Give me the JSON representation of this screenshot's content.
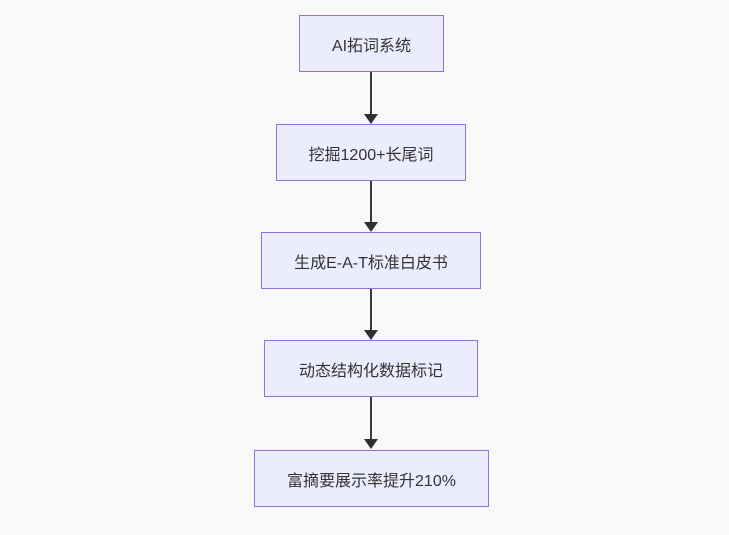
{
  "flowchart": {
    "type": "vertical-flowchart",
    "direction": "top-down",
    "nodes": [
      {
        "id": "A",
        "label": "AI拓词系统"
      },
      {
        "id": "B",
        "label": "挖掘1200+长尾词"
      },
      {
        "id": "C",
        "label": "生成E-A-T标准白皮书"
      },
      {
        "id": "D",
        "label": "动态结构化数据标记"
      },
      {
        "id": "E",
        "label": "富摘要展示率提升210%"
      }
    ],
    "edges": [
      {
        "from": "A",
        "to": "B"
      },
      {
        "from": "B",
        "to": "C"
      },
      {
        "from": "C",
        "to": "D"
      },
      {
        "from": "D",
        "to": "E"
      }
    ],
    "colors": {
      "node_fill": "#ECECFF",
      "node_border": "#9370DB",
      "node_text": "#333333",
      "arrow": "#333333",
      "background": "#F8F8F8"
    }
  }
}
